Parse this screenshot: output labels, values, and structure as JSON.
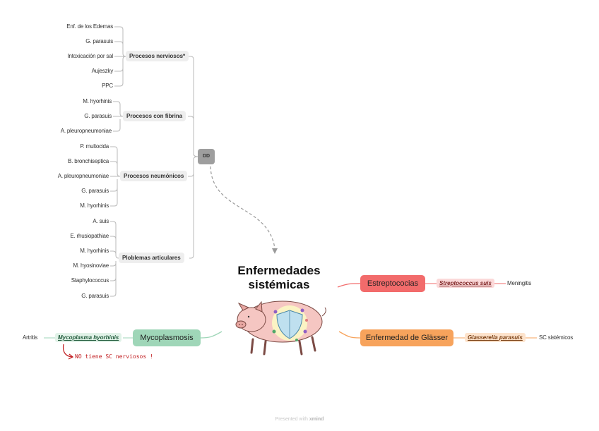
{
  "root": {
    "title_line1": "Enfermedades",
    "title_line2": "sistémicas"
  },
  "dd": {
    "label": "DD",
    "groups": [
      {
        "label": "Procesos nerviosos*",
        "items": [
          "Enf. de los Edemas",
          "G. parasuis",
          "Intoxicación por sal",
          "Aujeszky",
          "PPC"
        ]
      },
      {
        "label": "Procesos con fibrina",
        "items": [
          "M. hyorhinis",
          "G. parasuis",
          "A. pleuropneumoniae"
        ]
      },
      {
        "label": "Procesos neumónicos",
        "items": [
          "P. multocida",
          "B. bronchiseptica",
          "A. pleuropneumoniae",
          "G. parasuis",
          "M. hyorhinis"
        ]
      },
      {
        "label": "Ploblemas articulares",
        "items": [
          "A. suis",
          "E. rhusiopathiae",
          "M. hyorhinis",
          "M. hyosinoviae",
          "Staphylococcus",
          "G. parasuis"
        ]
      }
    ]
  },
  "estreptococias": {
    "label": "Estreptococias",
    "agent": "Streptococcus suis",
    "sign": "Meningitis",
    "color": "#f26b6b"
  },
  "glasser": {
    "label": "Enfermedad de Glässer",
    "agent": "Glasserella parasuis",
    "sign": "SC sistémicos",
    "color": "#f7a35c"
  },
  "mycoplasmosis": {
    "label": "Mycoplasmosis",
    "agent": "Mycoplasma hyorhinis",
    "sign": "Artritis",
    "note": "NO tiene SC nerviosos !",
    "color": "#9fd6b8"
  },
  "footer": {
    "prefix": "Presented with",
    "brand": "xmind"
  }
}
